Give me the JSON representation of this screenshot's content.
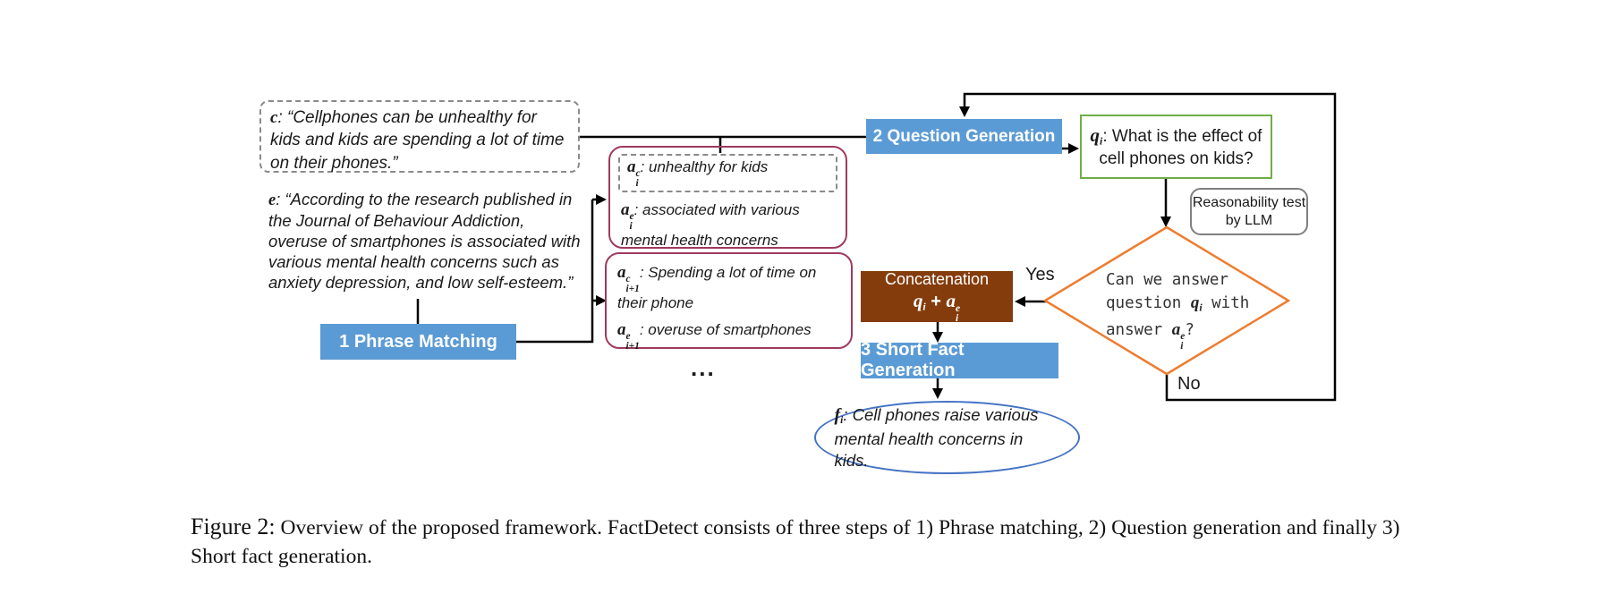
{
  "colors": {
    "step_blue": "#5B9BD5",
    "concat_brown": "#843C0C",
    "pair_maroon": "#9E3A5F",
    "question_green": "#70AD47",
    "decision_orange": "#ED7D31",
    "fact_blue": "#4472C4",
    "dashed_gray": "#8a8a8a"
  },
  "claim": {
    "symbol": "c",
    "text": ": “Cellphones can be unhealthy for kids and kids are spending a lot of time on their phones.”"
  },
  "evidence": {
    "symbol": "e",
    "text": ": “According to the research published in the Journal of Behaviour Addiction, overuse of smartphones is associated with various mental health concerns such as anxiety depression, and low self-esteem.”"
  },
  "steps": {
    "phrase_matching": "1 Phrase Matching",
    "question_generation": "2 Question Generation",
    "short_fact_generation": "3 Short Fact Generation"
  },
  "pairs": {
    "first": {
      "claim_phrase": {
        "base": "a",
        "sub": "i",
        "sup": "c",
        "text": ": unhealthy for kids"
      },
      "evidence_phrase": {
        "base": "a",
        "sub": "i",
        "sup": "e",
        "text": ": associated with various mental health concerns"
      }
    },
    "second": {
      "claim_phrase": {
        "base": "a",
        "sub": "i+1",
        "sup": "c",
        "text": ": Spending a lot of time on their phone"
      },
      "evidence_phrase": {
        "base": "a",
        "sub": "i+1",
        "sup": "e",
        "text": ": overuse of smartphones"
      }
    },
    "ellipsis": "..."
  },
  "question_box": {
    "base": "q",
    "sub": "i",
    "text": ": What is the effect of cell phones on kids?"
  },
  "reasonability": "Reasonability test by LLM",
  "decision": {
    "line1": "Can we answer",
    "line2_pre": "question ",
    "q_base": "q",
    "q_sub": "i",
    "line2_post": " with",
    "line3_pre": "answer ",
    "a_base": "a",
    "a_sub": "i",
    "a_sup": "e",
    "line3_post": "?",
    "yes": "Yes",
    "no": "No"
  },
  "concat": {
    "title": "Concatenation",
    "q_base": "q",
    "q_sub": "i",
    "plus": " + ",
    "a_base": "a",
    "a_sub": "i",
    "a_sup": "e"
  },
  "fact": {
    "base": "f",
    "sub": "i",
    "text": ": Cell phones raise various mental health concerns in kids."
  },
  "caption": {
    "label": "Figure 2:",
    "text": "Overview of the proposed framework. FactDetect consists of three steps of 1) Phrase matching, 2) Question generation and finally 3) Short fact generation."
  }
}
